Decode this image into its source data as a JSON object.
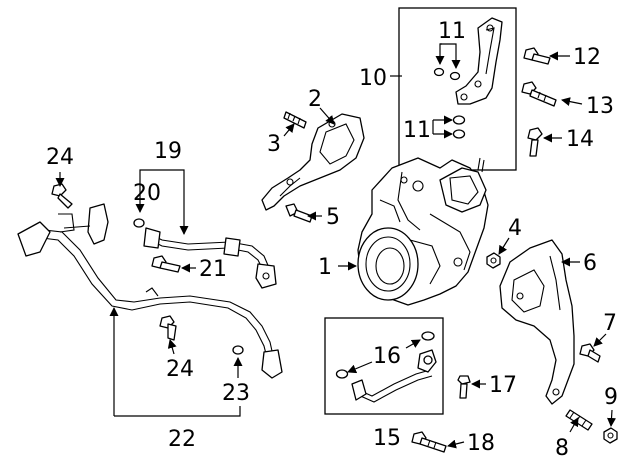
{
  "diagram": {
    "callouts": [
      {
        "id": "c1",
        "text": "1"
      },
      {
        "id": "c2",
        "text": "2"
      },
      {
        "id": "c3",
        "text": "3"
      },
      {
        "id": "c4",
        "text": "4"
      },
      {
        "id": "c5",
        "text": "5"
      },
      {
        "id": "c6",
        "text": "6"
      },
      {
        "id": "c7",
        "text": "7"
      },
      {
        "id": "c8",
        "text": "8"
      },
      {
        "id": "c9",
        "text": "9"
      },
      {
        "id": "c10",
        "text": "10"
      },
      {
        "id": "c11a",
        "text": "11"
      },
      {
        "id": "c11b",
        "text": "11"
      },
      {
        "id": "c12",
        "text": "12"
      },
      {
        "id": "c13",
        "text": "13"
      },
      {
        "id": "c14",
        "text": "14"
      },
      {
        "id": "c15",
        "text": "15"
      },
      {
        "id": "c16",
        "text": "16"
      },
      {
        "id": "c17",
        "text": "17"
      },
      {
        "id": "c18",
        "text": "18"
      },
      {
        "id": "c19",
        "text": "19"
      },
      {
        "id": "c20",
        "text": "20"
      },
      {
        "id": "c21",
        "text": "21"
      },
      {
        "id": "c22",
        "text": "22"
      },
      {
        "id": "c23",
        "text": "23"
      },
      {
        "id": "c24a",
        "text": "24"
      },
      {
        "id": "c24b",
        "text": "24"
      }
    ]
  }
}
